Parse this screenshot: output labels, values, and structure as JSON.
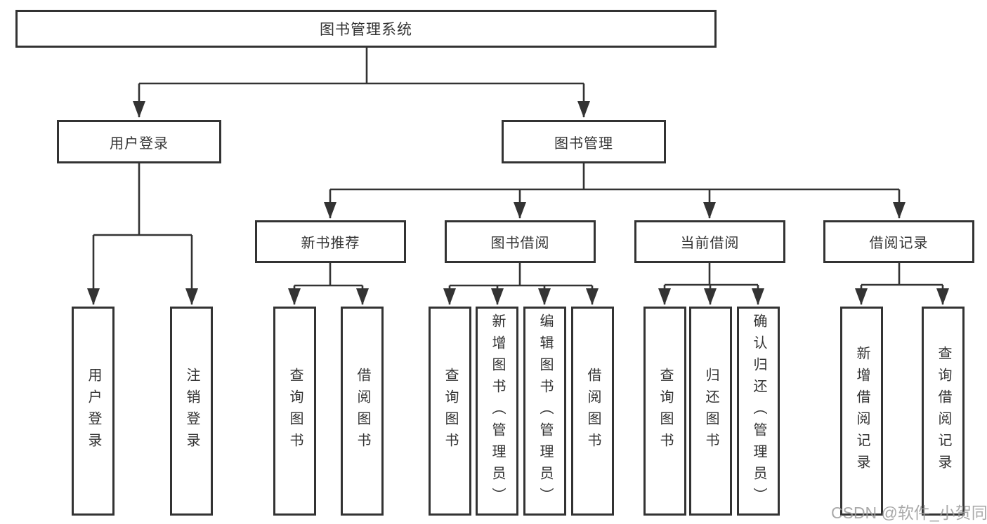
{
  "diagram": {
    "root": {
      "label": "图书管理系统"
    },
    "branches": [
      {
        "label": "用户登录",
        "leaves": [
          "用户登录",
          "注销登录"
        ]
      },
      {
        "label": "图书管理",
        "children": [
          {
            "label": "新书推荐",
            "leaves": [
              "查询图书",
              "借阅图书"
            ]
          },
          {
            "label": "图书借阅",
            "leaves": [
              "查询图书",
              "新增图书（管理员）",
              "编辑图书（管理员）",
              "借阅图书"
            ]
          },
          {
            "label": "当前借阅",
            "leaves": [
              "查询图书",
              "归还图书",
              "确认归还（管理员）"
            ]
          },
          {
            "label": "借阅记录",
            "leaves": [
              "新增借阅记录",
              "查询借阅记录"
            ]
          }
        ]
      }
    ]
  },
  "watermark": {
    "text": "CSDN @软件_小贺同学"
  },
  "colors": {
    "line": "#333333",
    "text": "#333333",
    "background": "#ffffff",
    "watermark": "#9b9b9b"
  }
}
